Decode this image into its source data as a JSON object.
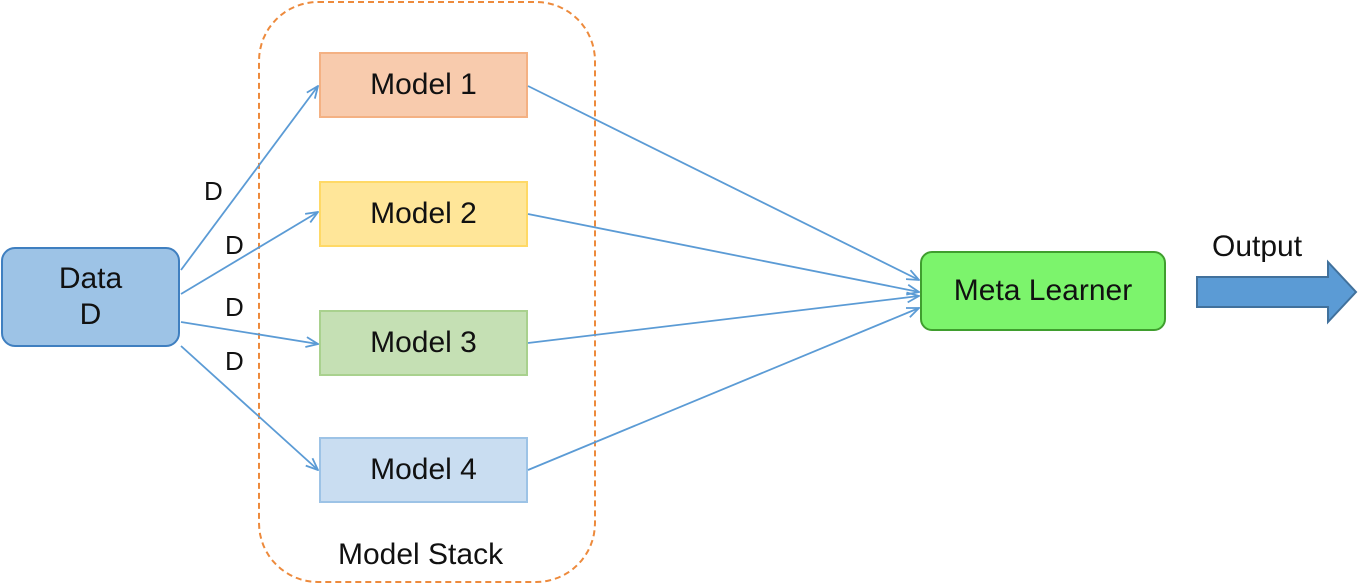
{
  "data_node": {
    "title": "Data",
    "subtitle": "D"
  },
  "edge_labels": [
    "D",
    "D",
    "D",
    "D"
  ],
  "models": [
    {
      "label": "Model 1",
      "fill": "#f8cbad"
    },
    {
      "label": "Model 2",
      "fill": "#ffe699"
    },
    {
      "label": "Model 3",
      "fill": "#c5e0b4"
    },
    {
      "label": "Model 4",
      "fill": "#c9ddf1"
    }
  ],
  "stack": {
    "label": "Model Stack",
    "border_color": "#ed8a3c"
  },
  "meta_learner": {
    "label": "Meta Learner",
    "fill": "#7cf46c"
  },
  "output": {
    "label": "Output",
    "arrow_color": "#5b9bd5"
  },
  "connector_color": "#5b9bd5"
}
